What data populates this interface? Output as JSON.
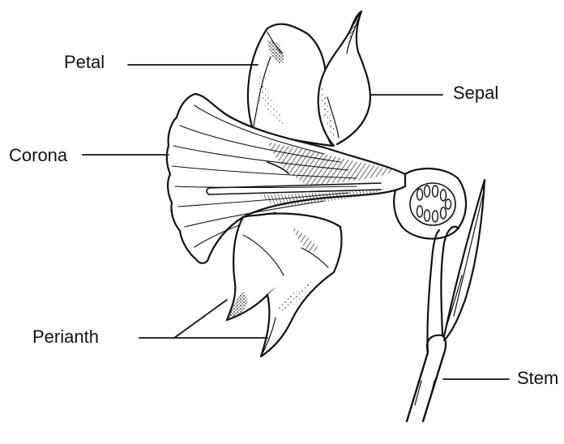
{
  "labels": {
    "petal": "Petal",
    "sepal": "Sepal",
    "corona": "Corona",
    "perianth": "Perianth",
    "stem": "Stem"
  },
  "colors": {
    "ink": "#111111",
    "background": "#ffffff"
  }
}
